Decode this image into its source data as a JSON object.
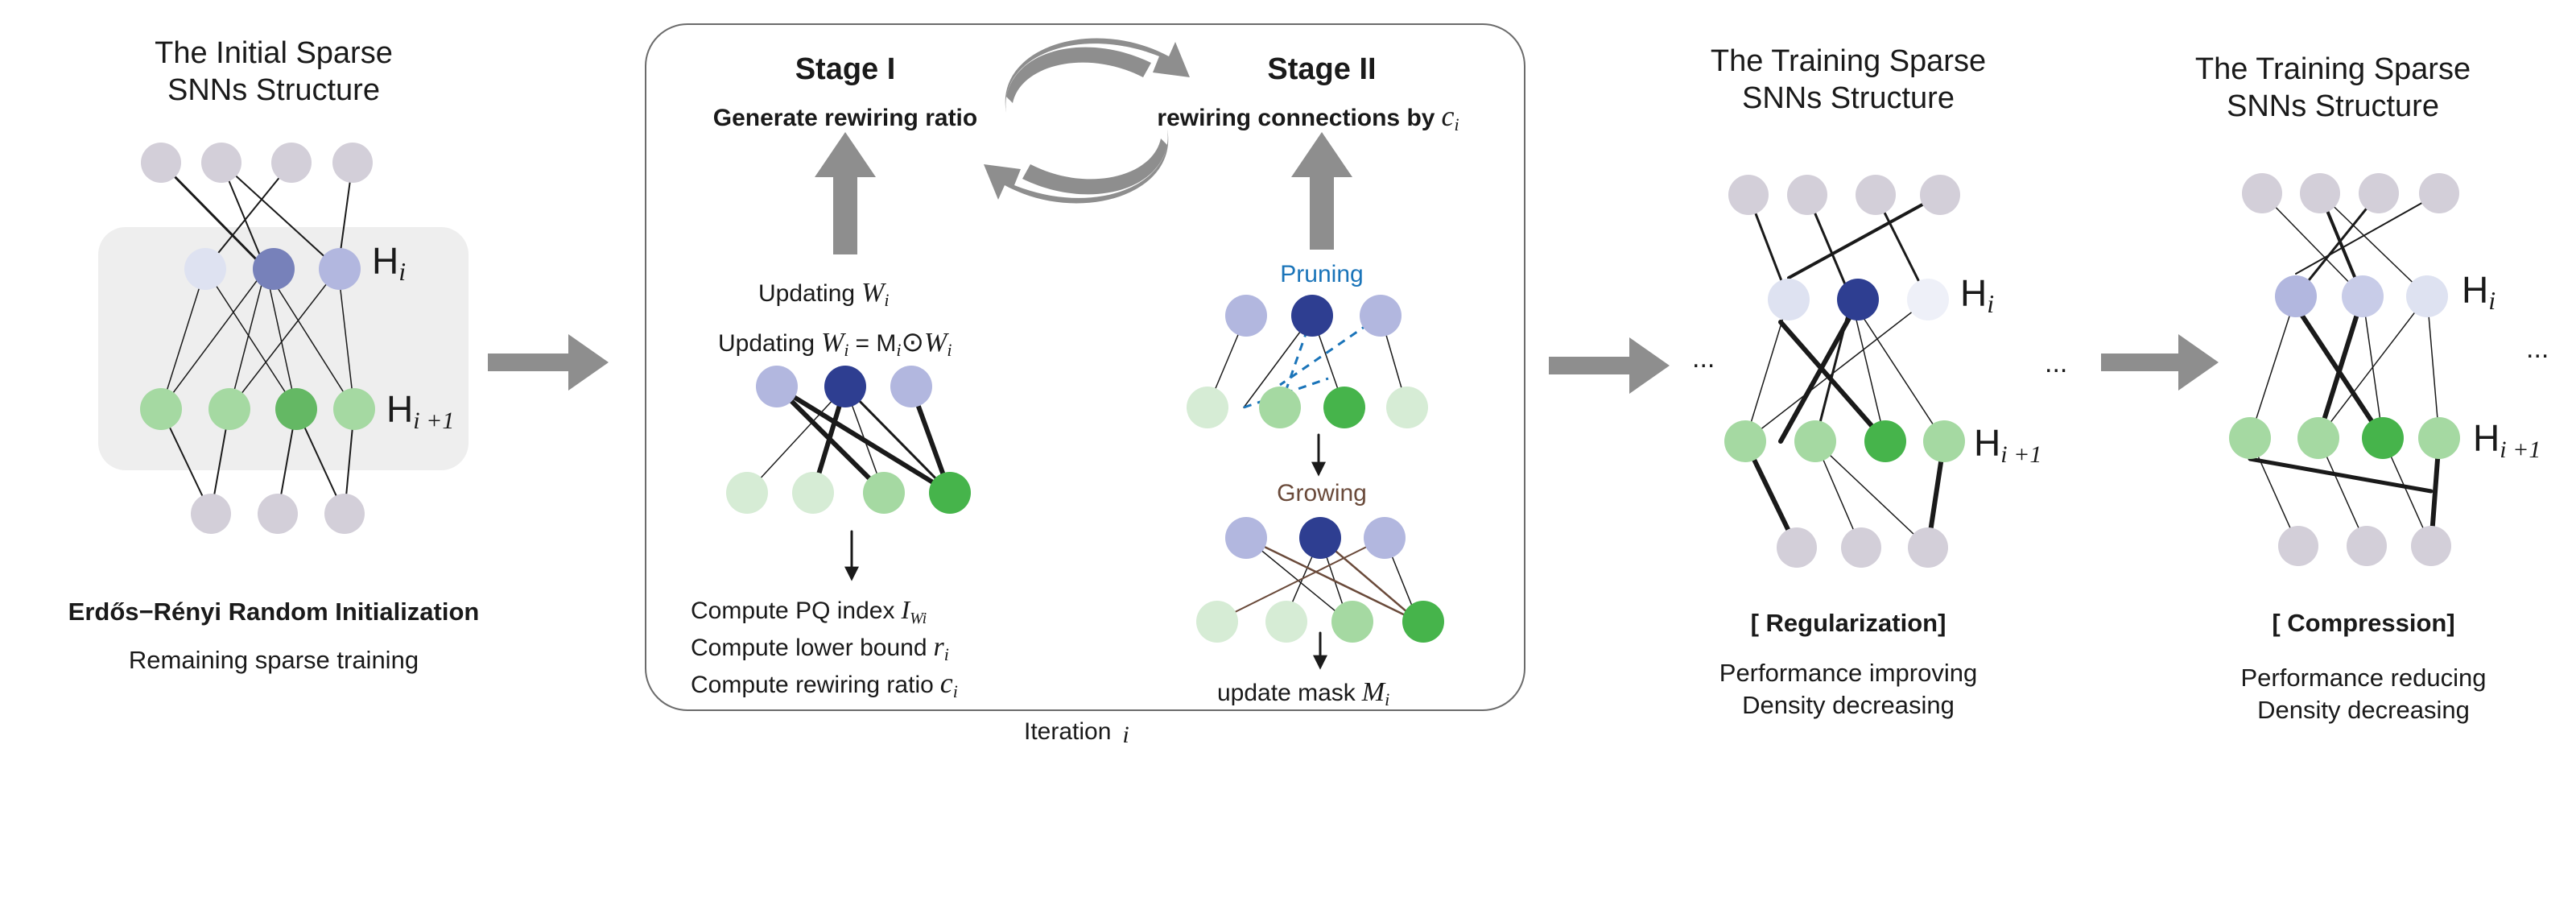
{
  "colors": {
    "neuron_gray": "#d3cfd9",
    "neuron_blue_light": "#dee2f1",
    "neuron_blue_mid": "#b2b7df",
    "neuron_blue_dark": "#2e3e91",
    "neuron_blue_medium": "#7781ba",
    "neuron_green_light": "#d6ecd5",
    "neuron_green_mid": "#a5d9a2",
    "neuron_green_dark": "#46b44b",
    "arrow_gray": "#8e8e8e",
    "panel_bg": "#eeeeee",
    "pruning_color": "#1a74b9",
    "growing_color": "#6a4a3a"
  },
  "initial": {
    "title_line1": "The Initial Sparse",
    "title_line2": "SNNs Structure",
    "layer_h": "H",
    "sub_i": "i",
    "sub_i1": "i +1",
    "caption_bold": "Erdős−Rényi Random Initialization",
    "caption": "Remaining sparse training"
  },
  "iteration": {
    "stage1_title": "Stage I",
    "stage1_subtitle": "Generate rewiring ratio",
    "stage2_title": "Stage II",
    "stage2_subtitle": "rewiring connections by",
    "stage2_var": "c",
    "stage2_var_sub": "i",
    "updating1_text": "Updating",
    "updating1_var": "W",
    "updating1_sub": "i",
    "updating2_text": "Updating",
    "updating2_eq": "W",
    "updating2_eq_sub": "i",
    "updating2_rhs": "= M",
    "updating2_rhs_sub": "i",
    "updating2_odot": "⊙",
    "updating2_w": "W",
    "updating2_w_sub": "i",
    "compute1": "Compute PQ index",
    "compute1_var": "I",
    "compute1_sub": "Wi",
    "compute2": "Compute lower bound",
    "compute2_var": "r",
    "compute2_sub": "i",
    "compute3": "Compute rewiring ratio",
    "compute3_var": "c",
    "compute3_sub": "i",
    "pruning": "Pruning",
    "growing": "Growing",
    "update_mask": "update mask",
    "update_mask_var": "M",
    "update_mask_sub": "i",
    "iteration_label": "Iteration",
    "iteration_var": "i"
  },
  "regularization": {
    "title_line1": "The Training Sparse",
    "title_line2": "SNNs Structure",
    "layer_h": "H",
    "sub_i": "i",
    "sub_i1": "i +1",
    "ellipsis_left": "...",
    "ellipsis_right": "...",
    "bracket": "[ Regularization]",
    "line1": "Performance improving",
    "line2": "Density decreasing"
  },
  "compression": {
    "title_line1": "The Training Sparse",
    "title_line2": "SNNs Structure",
    "layer_h": "H",
    "sub_i": "i",
    "sub_i1": "i +1",
    "ellipsis_right": "...",
    "bracket": "[ Compression]",
    "line1": "Performance reducing",
    "line2": "Density decreasing"
  }
}
